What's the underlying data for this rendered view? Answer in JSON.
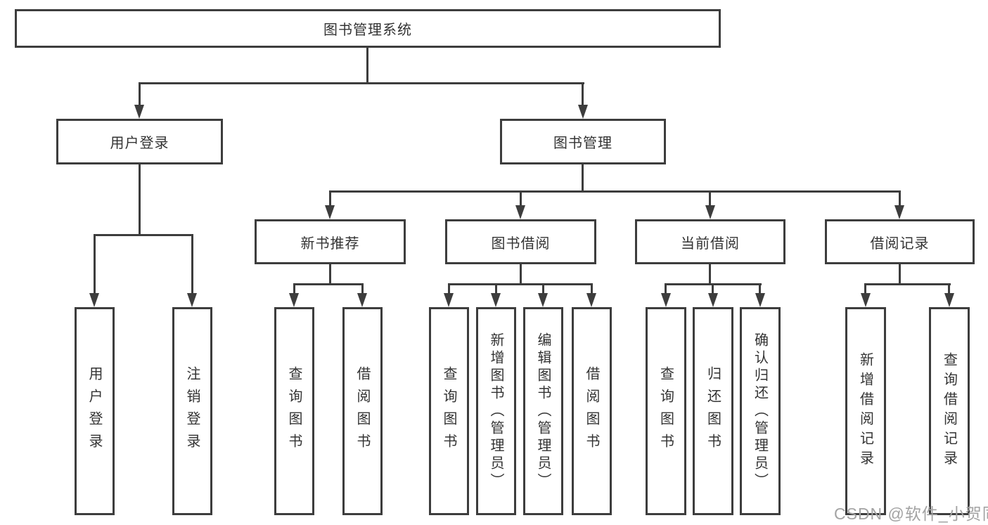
{
  "diagram": {
    "title": "图书管理系统",
    "root": {
      "label": "图书管理系统"
    },
    "branches": [
      {
        "label": "用户登录",
        "children": [
          {
            "label": "用户登录"
          },
          {
            "label": "注销登录"
          }
        ]
      },
      {
        "label": "图书管理",
        "children": [
          {
            "label": "新书推荐",
            "children": [
              {
                "label": "查询图书"
              },
              {
                "label": "借阅图书"
              }
            ]
          },
          {
            "label": "图书借阅",
            "children": [
              {
                "label": "查询图书"
              },
              {
                "label": "新增图书（管理员）"
              },
              {
                "label": "编辑图书（管理员）"
              },
              {
                "label": "借阅图书"
              }
            ]
          },
          {
            "label": "当前借阅",
            "children": [
              {
                "label": "查询图书"
              },
              {
                "label": "归还图书"
              },
              {
                "label": "确认归还（管理员）"
              }
            ]
          },
          {
            "label": "借阅记录",
            "children": [
              {
                "label": "新增借阅记录"
              },
              {
                "label": "查询借阅记录"
              }
            ]
          }
        ]
      }
    ]
  },
  "watermark": {
    "text": "CSDN @软件_小贺同学",
    "color": "#a3a3a3"
  },
  "colors": {
    "line": "#3d3d3d",
    "text": "#333333",
    "background": "#ffffff"
  }
}
